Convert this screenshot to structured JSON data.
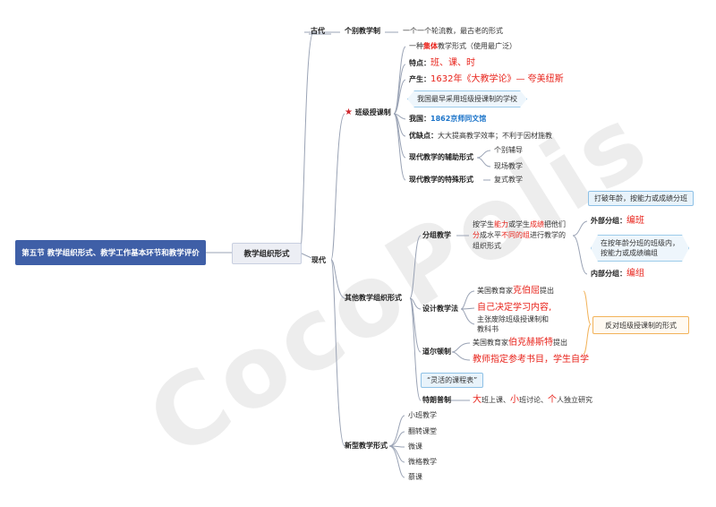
{
  "root": "第五节 教学组织形式、教学工作基本环节和教学评价",
  "level1": "教学组织形式",
  "ancient": {
    "label": "古代",
    "child": "个别教学制",
    "desc": "一个一个轮流教，最古老的形式"
  },
  "modern": {
    "label": "现代"
  },
  "class_system": {
    "label": "班级授课制",
    "star": "★",
    "items": {
      "intro_pre": "一种",
      "intro_em": "集体",
      "intro_post": "教学形式（使用最广泛）",
      "feature_label": "特点：",
      "feature_value": "班、课、时",
      "origin_label": "产生：",
      "origin_value": "1632年《大教学论》— 夸美纽斯",
      "china_note": "我国最早采用班级授课制的学校",
      "china_label": "我国：",
      "china_value": "1862京师同文馆",
      "pros_label": "优缺点：",
      "pros_value": "大大提高教学效率；不利于因材施教",
      "aux_label": "现代教学的辅助形式",
      "aux_items": [
        "个别辅导",
        "现场教学"
      ],
      "special_label": "现代教学的特殊形式",
      "special_value": "复式教学"
    }
  },
  "other_forms": {
    "label": "其他教学组织形式",
    "grouping": {
      "label": "分组教学",
      "desc_1a": "按学生",
      "desc_1b": "能力",
      "desc_1c": "或学生",
      "desc_1d": "成绩",
      "desc_1e": "把他们",
      "desc_2a": "分",
      "desc_2b": "成水平",
      "desc_2c": "不同的组",
      "desc_2d": "进行教学的",
      "desc_3": "组织形式",
      "external_note": "打破年龄，按能力或成绩分班",
      "external_label": "外部分组：",
      "external_value": "编班",
      "internal_note_1": "在按年龄分班的班级内，",
      "internal_note_2": "按能力或成绩编组",
      "internal_label": "内部分组：",
      "internal_value": "编组"
    },
    "design": {
      "label": "设计教学法",
      "line1_pre": "美国教育家",
      "line1_name": "克伯屈",
      "line1_post": "提出",
      "line2": "自己决定学习内容,",
      "line3": "主张废除班级授课制和",
      "line4": "教科书"
    },
    "dalton": {
      "label": "道尔顿制",
      "line1_pre": "美国教育家",
      "line1_name": "伯克赫斯特",
      "line1_post": "提出",
      "line2": "教师指定参考书目，学生自学"
    },
    "oppose": "反对班级授课制的形式",
    "trump": {
      "label": "特朗普制",
      "note": "“灵活的课程表”",
      "d1": "大",
      "d2": "班上课、",
      "d3": "小",
      "d4": "班讨论、",
      "d5": "个",
      "d6": "人独立研究"
    }
  },
  "new_forms": {
    "label": "新型教学形式",
    "items": [
      "小班教学",
      "翻转课堂",
      "微课",
      "微格教学",
      "慕课"
    ]
  },
  "watermark": "CocoPolis"
}
